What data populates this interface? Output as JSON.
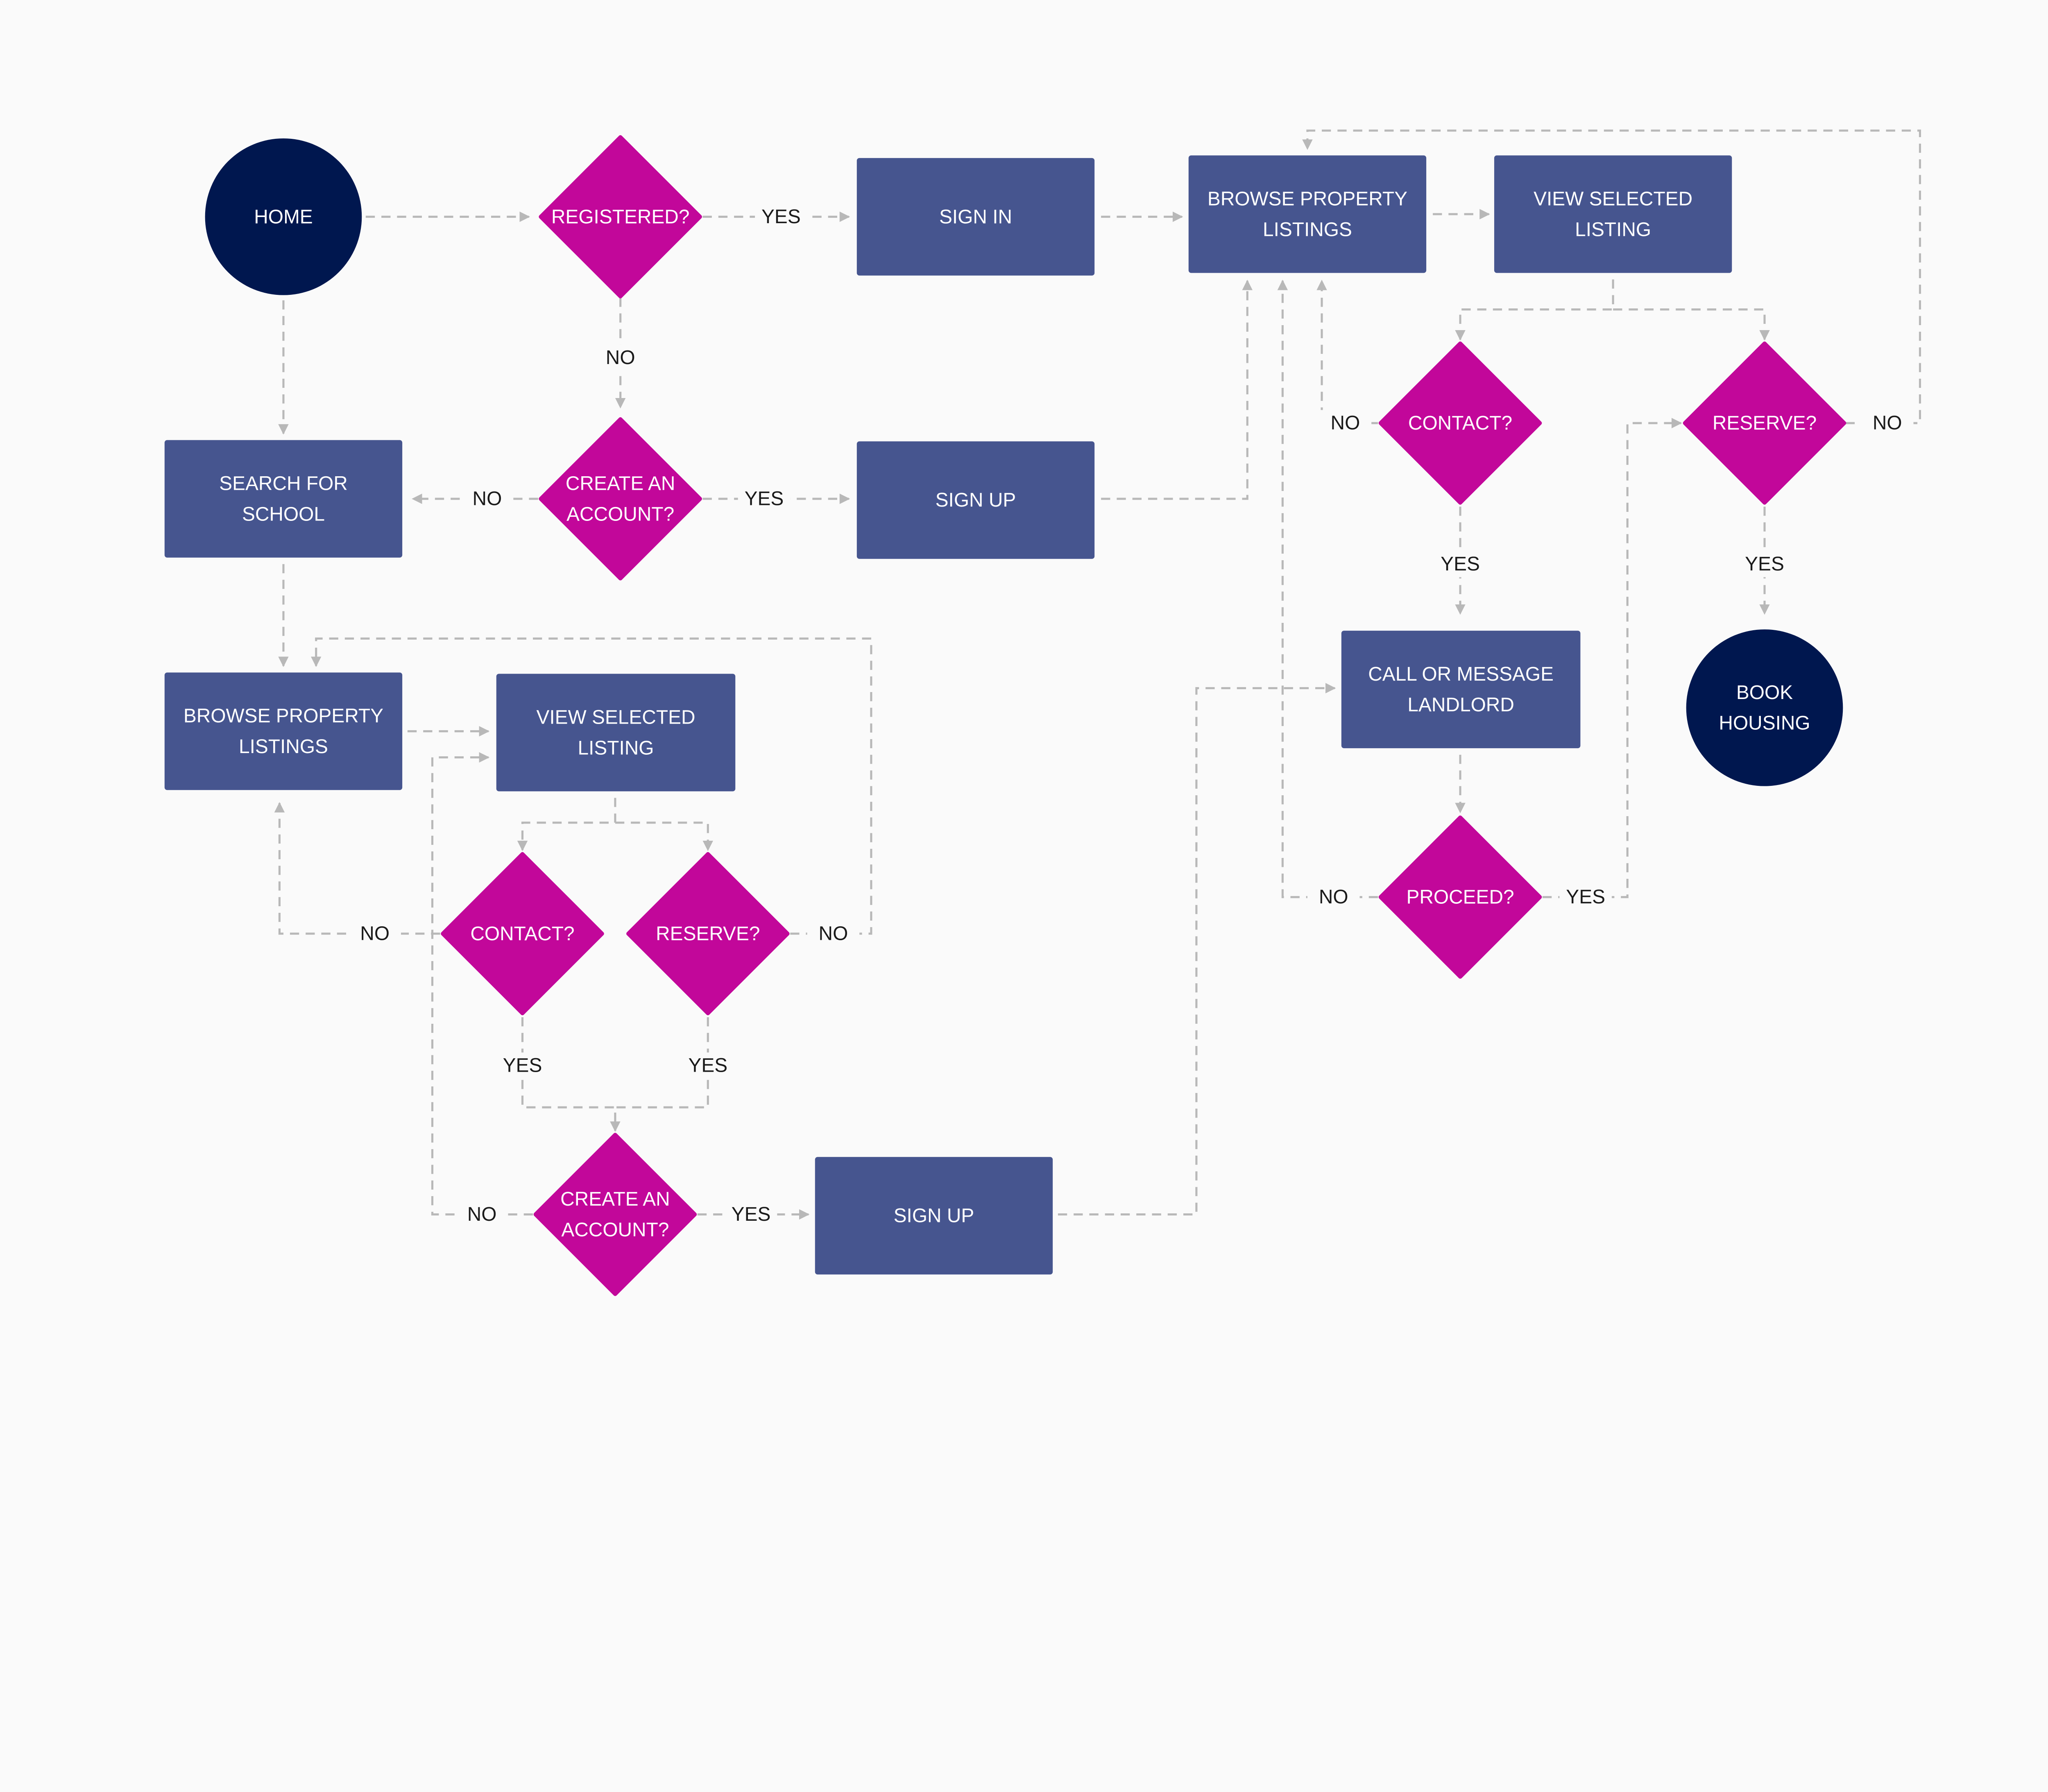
{
  "colors": {
    "background": "#fafafa",
    "terminal": "#00174f",
    "decision": "#c2079a",
    "process": "#46558f",
    "connector": "#b8b8b8",
    "label": "#1a1a1a"
  },
  "nodes": [
    {
      "id": "home",
      "shape": "circle",
      "lines": [
        "HOME"
      ]
    },
    {
      "id": "registered",
      "shape": "diamond",
      "lines": [
        "REGISTERED?"
      ]
    },
    {
      "id": "sign-in",
      "shape": "rect",
      "lines": [
        "SIGN IN"
      ]
    },
    {
      "id": "browse-1",
      "shape": "rect",
      "lines": [
        "BROWSE PROPERTY",
        "LISTINGS"
      ]
    },
    {
      "id": "view-1",
      "shape": "rect",
      "lines": [
        "VIEW SELECTED",
        "LISTING"
      ]
    },
    {
      "id": "search-school",
      "shape": "rect",
      "lines": [
        "SEARCH FOR",
        "SCHOOL"
      ]
    },
    {
      "id": "create-account-1",
      "shape": "diamond",
      "lines": [
        "CREATE AN",
        "ACCOUNT?"
      ]
    },
    {
      "id": "sign-up-1",
      "shape": "rect",
      "lines": [
        "SIGN UP"
      ]
    },
    {
      "id": "contact-1",
      "shape": "diamond",
      "lines": [
        "CONTACT?"
      ]
    },
    {
      "id": "reserve-1",
      "shape": "diamond",
      "lines": [
        "RESERVE?"
      ]
    },
    {
      "id": "call-landlord",
      "shape": "rect",
      "lines": [
        "CALL OR MESSAGE",
        "LANDLORD"
      ]
    },
    {
      "id": "book-housing",
      "shape": "circle",
      "lines": [
        "BOOK",
        "HOUSING"
      ]
    },
    {
      "id": "proceed",
      "shape": "diamond",
      "lines": [
        "PROCEED?"
      ]
    },
    {
      "id": "browse-2",
      "shape": "rect",
      "lines": [
        "BROWSE PROPERTY",
        "LISTINGS"
      ]
    },
    {
      "id": "view-2",
      "shape": "rect",
      "lines": [
        "VIEW SELECTED",
        "LISTING"
      ]
    },
    {
      "id": "contact-2",
      "shape": "diamond",
      "lines": [
        "CONTACT?"
      ]
    },
    {
      "id": "reserve-2",
      "shape": "diamond",
      "lines": [
        "RESERVE?"
      ]
    },
    {
      "id": "create-account-2",
      "shape": "diamond",
      "lines": [
        "CREATE AN",
        "ACCOUNT?"
      ]
    },
    {
      "id": "sign-up-2",
      "shape": "rect",
      "lines": [
        "SIGN UP"
      ]
    }
  ],
  "edge_labels": [
    "YES",
    "NO",
    "NO",
    "YES",
    "NO",
    "NO",
    "YES",
    "YES",
    "NO",
    "YES",
    "NO",
    "NO",
    "YES",
    "YES",
    "NO",
    "YES"
  ]
}
